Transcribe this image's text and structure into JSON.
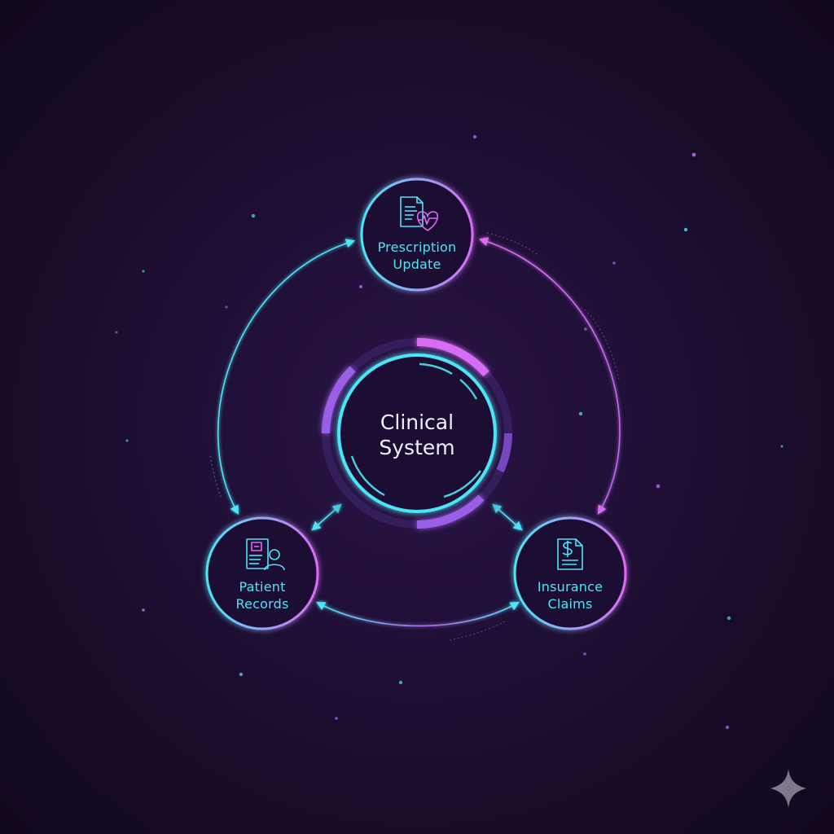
{
  "center": {
    "line1": "Clinical",
    "line2": "System"
  },
  "nodes": {
    "prescription": {
      "line1": "Prescription",
      "line2": "Update",
      "icon": "document-heart-icon"
    },
    "patient": {
      "line1": "Patient",
      "line2": "Records",
      "icon": "patient-record-icon"
    },
    "insurance": {
      "line1": "Insurance",
      "line2": "Claims",
      "icon": "invoice-dollar-icon"
    }
  },
  "colors": {
    "cyan": "#4ee4f6",
    "magenta": "#d96cf4",
    "violet": "#9a5ee6",
    "background": "#1b0e2d",
    "text": "#f1eefb"
  }
}
